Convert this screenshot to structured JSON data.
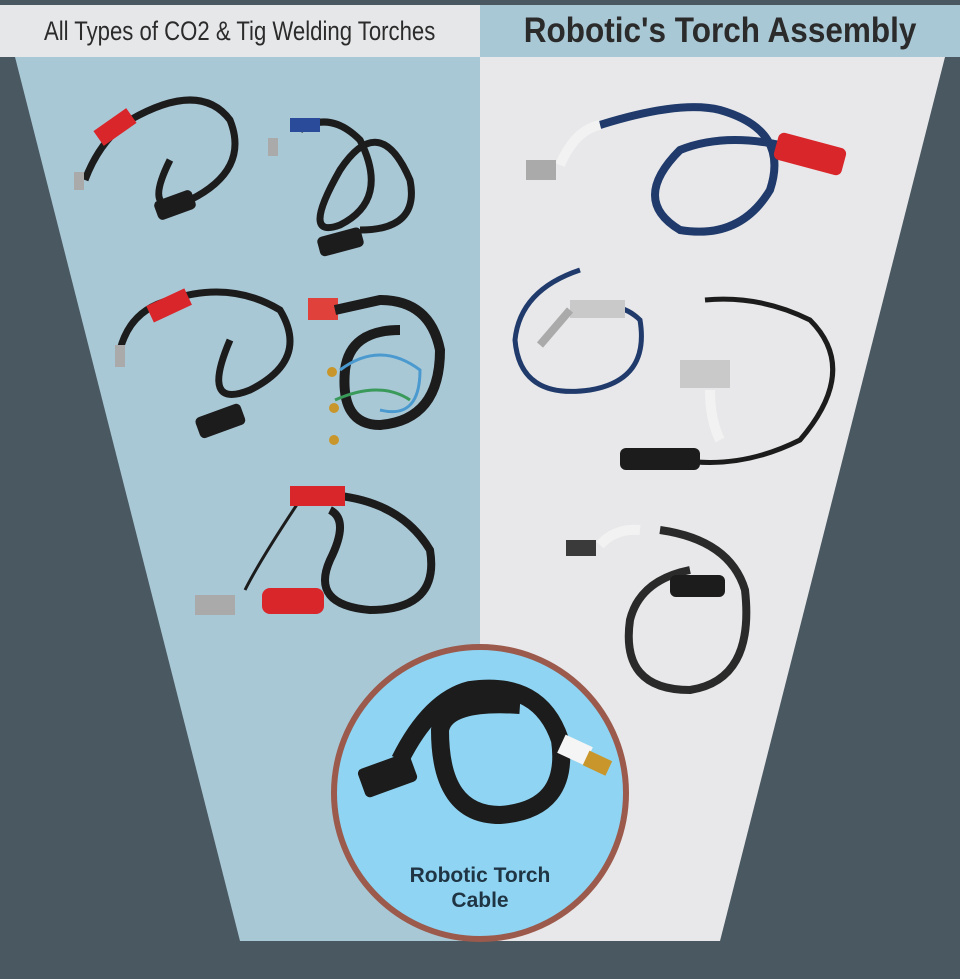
{
  "header": {
    "left_title": "All Types of CO2 & Tig Welding Torches",
    "right_title": "Robotic's Torch Assembly"
  },
  "feature": {
    "label_line1": "Robotic Torch",
    "label_line2": "Cable"
  },
  "colors": {
    "background": "#4a5861",
    "panel_blue": "#a9c8d6",
    "panel_gray": "#e8e8ea",
    "circle_fill": "#8fd4f2",
    "circle_border": "#9b5a4b",
    "handle_red": "#d9262a",
    "cable_black": "#1c1c1c",
    "cable_blue": "#1f3a6b"
  }
}
